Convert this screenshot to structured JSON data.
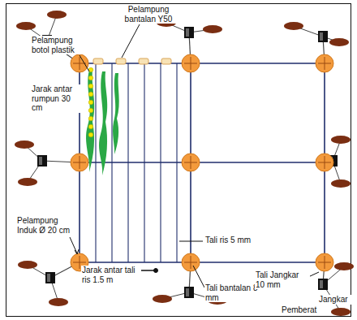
{
  "diagram": {
    "labels": [
      "Pelampung bantalan Y50",
      "Pelampung botol plastik",
      "Jarak antar rumpun 30 cm",
      "Pelampung Induk Ø 20 cm",
      "Jarak antar tali ris 1.5 m",
      "Tali ris 5 mm",
      "Tali bantalan 8 mm",
      "Tali Jangkar 10 mm",
      "Jangkar",
      "Pemberat"
    ]
  }
}
